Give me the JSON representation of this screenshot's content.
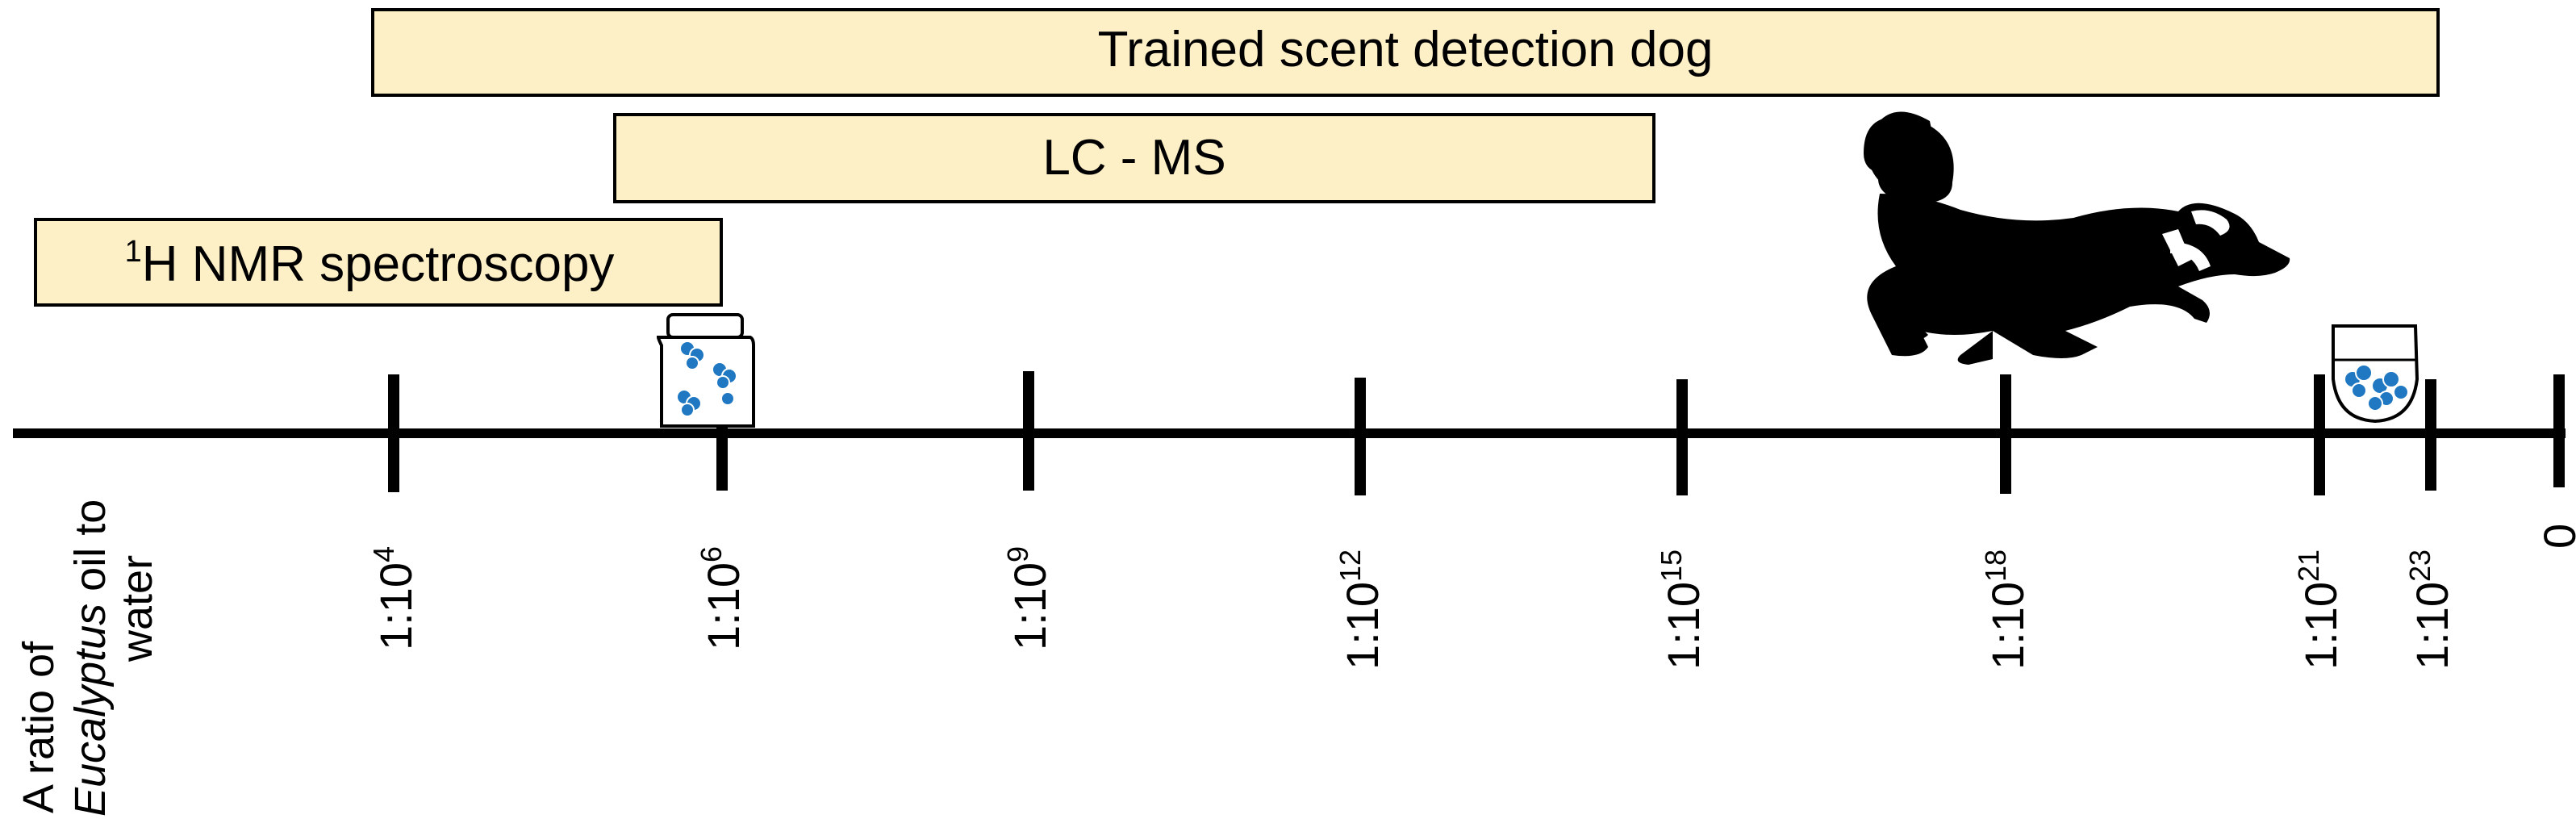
{
  "colors": {
    "bar_fill": "#fdefc6",
    "line": "#000000",
    "molecule": "#1f78c1"
  },
  "bars": [
    {
      "id": "dog",
      "label": "Trained scent detection dog",
      "label_sup": ""
    },
    {
      "id": "lcms",
      "label": "LC - MS",
      "label_sup": ""
    },
    {
      "id": "nmr",
      "label": "H NMR spectroscopy",
      "label_sup": "1"
    }
  ],
  "axis": {
    "caption_line1": "A ratio of",
    "caption_line2_italic": "Eucalyptus",
    "caption_line2_rest": " oil to",
    "caption_line3": "water",
    "ticks": [
      {
        "base": "1:10",
        "exp": "4"
      },
      {
        "base": "1:10",
        "exp": "6"
      },
      {
        "base": "1:10",
        "exp": "9"
      },
      {
        "base": "1:10",
        "exp": "12"
      },
      {
        "base": "1:10",
        "exp": "15"
      },
      {
        "base": "1:10",
        "exp": "18"
      },
      {
        "base": "1:10",
        "exp": "21"
      },
      {
        "base": "1:10",
        "exp": "23"
      },
      {
        "base": "0",
        "exp": ""
      }
    ]
  },
  "icons": {
    "jar": "jar-with-molecules-icon",
    "glass": "glass-with-molecules-icon",
    "dog": "detection-dog-icon"
  }
}
